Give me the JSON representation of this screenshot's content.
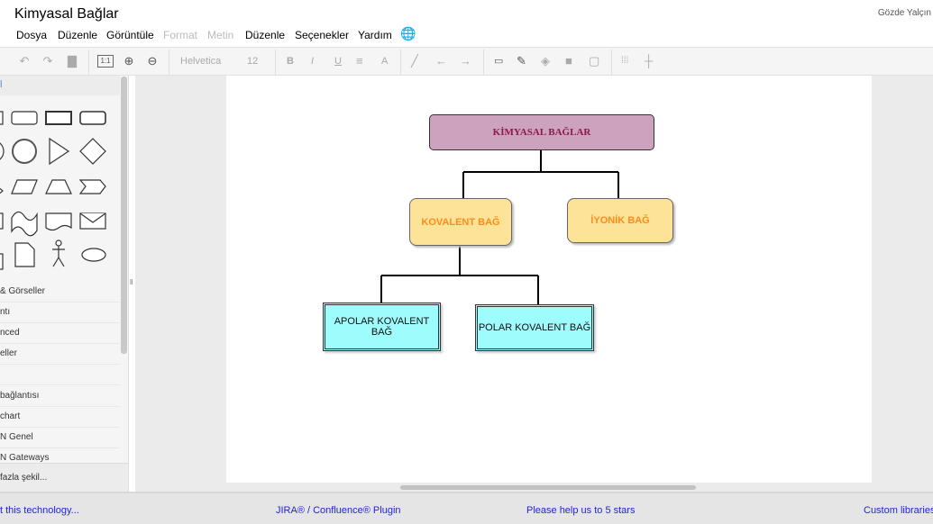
{
  "app": {
    "title": "Kimyasal Bağlar",
    "user": "Gözde Yalçın"
  },
  "menu": [
    {
      "label": "Dosya",
      "enabled": true
    },
    {
      "label": "Düzenle",
      "enabled": true
    },
    {
      "label": "Görüntüle",
      "enabled": true
    },
    {
      "label": "Format",
      "enabled": false
    },
    {
      "label": "Metin",
      "enabled": false
    },
    {
      "label": "Düzenle",
      "enabled": true
    },
    {
      "label": "Seçenekler",
      "enabled": true
    },
    {
      "label": "Yardım",
      "enabled": true
    }
  ],
  "toolbar": {
    "font": "Helvetica",
    "size": "12",
    "actual_size": "1:1",
    "bold": "B",
    "italic": "I",
    "underline": "U",
    "font_color": "A"
  },
  "sidebar": {
    "header": "l",
    "items": [
      "& Görseller",
      "ntı",
      "nced",
      "eller",
      "",
      "bağlantısı",
      "chart",
      "N Genel",
      "N Gateways"
    ],
    "more": "fazla şekil..."
  },
  "diagram": {
    "root": "KİMYASAL BAĞLAR",
    "kovalent": "KOVALENT BAĞ",
    "iyonik": "İYONİK BAĞ",
    "apolar": "APOLAR KOVALENT BAĞ",
    "polar": "POLAR KOVALENT BAĞ"
  },
  "footer": {
    "links": [
      "t this technology...",
      "JIRA® / Confluence® Plugin",
      "Please help us to 5 stars",
      "Custom libraries"
    ]
  }
}
